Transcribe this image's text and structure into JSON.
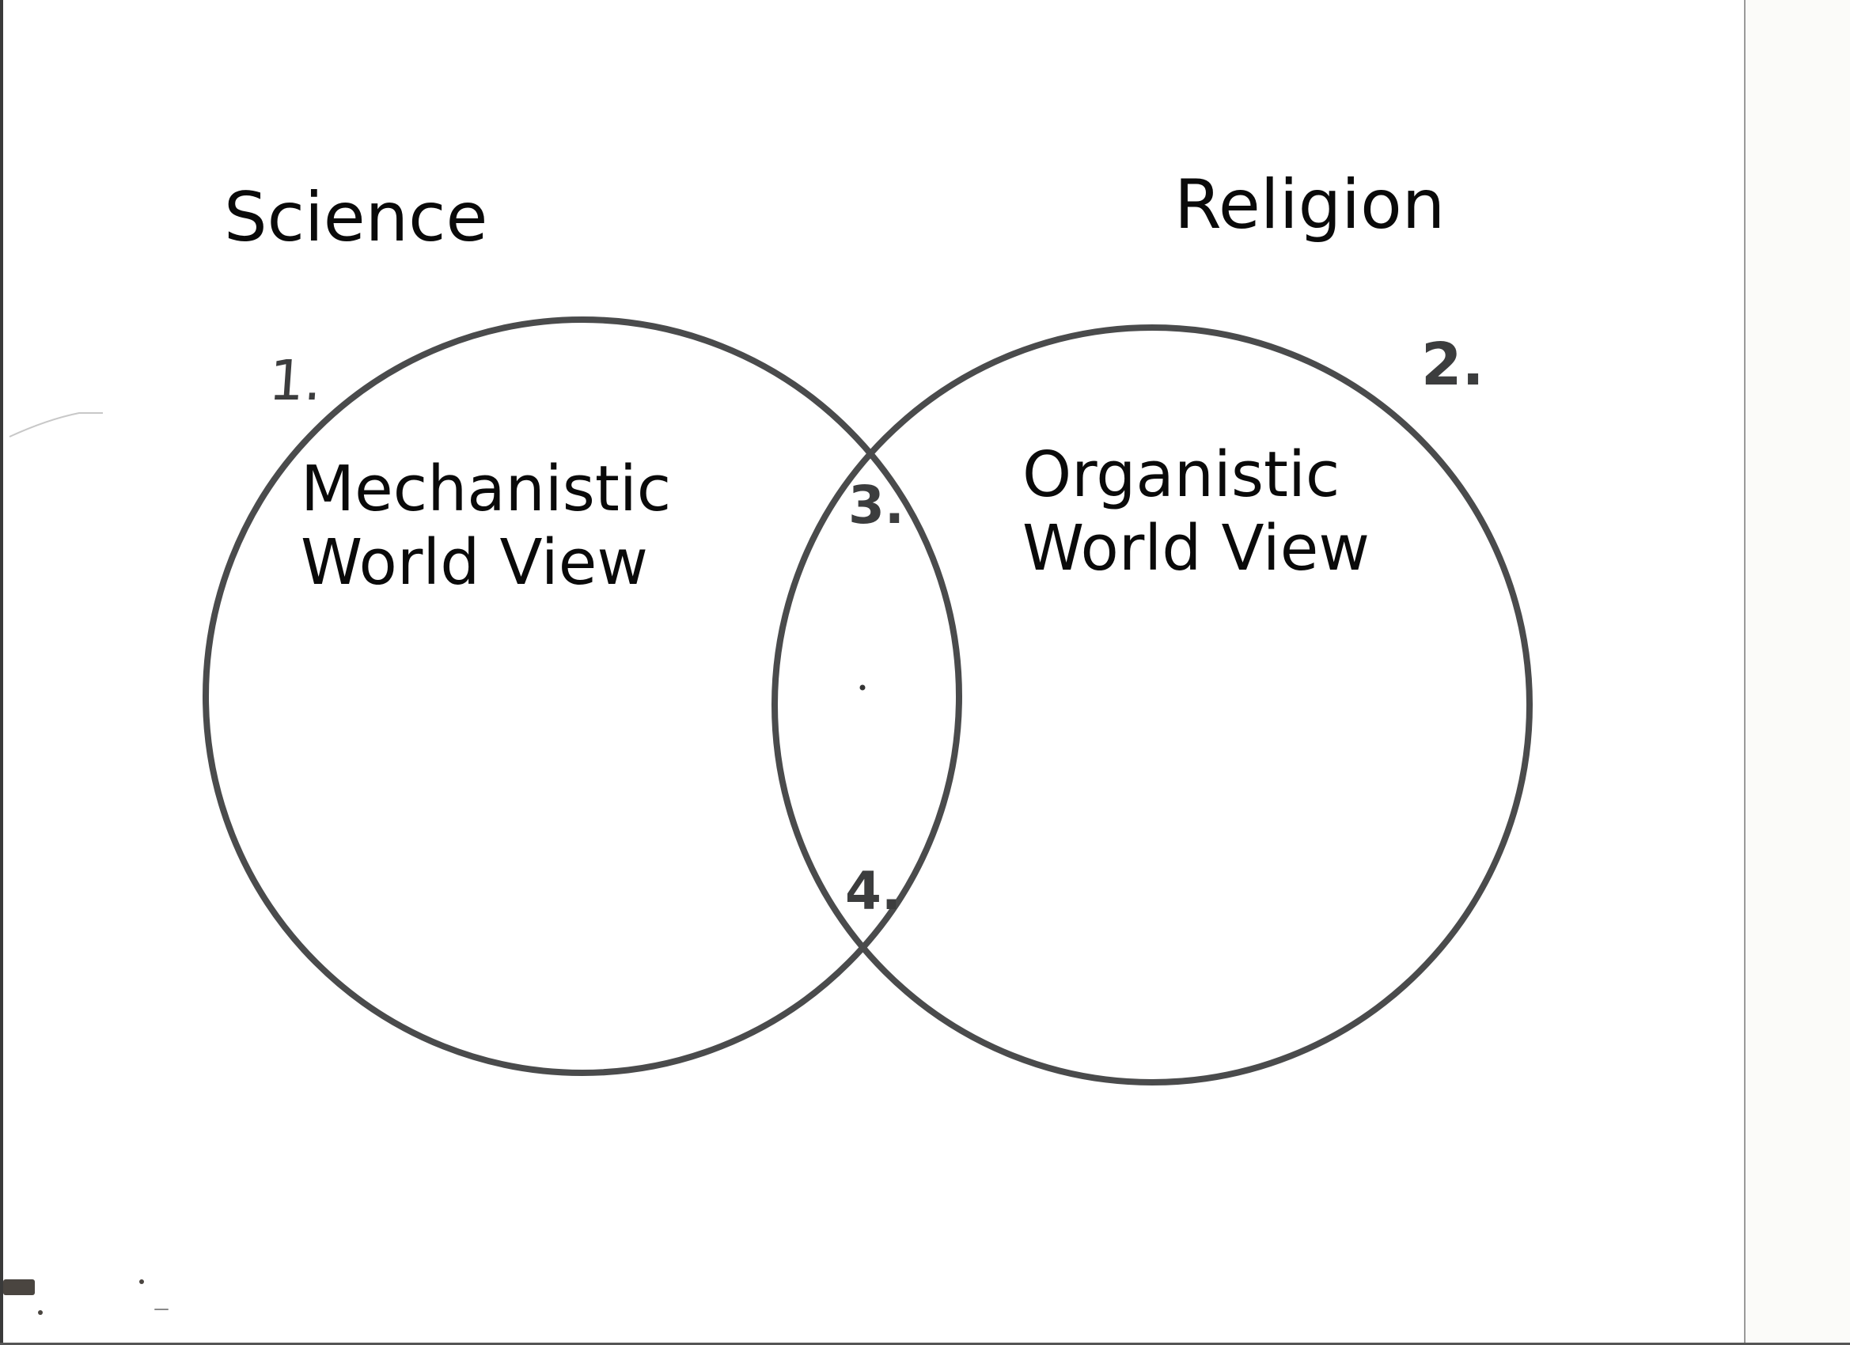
{
  "diagram": {
    "type": "venn",
    "sets": [
      {
        "id": "science",
        "title": "Science",
        "region_number": "1.",
        "description_lines": [
          "Mechanistic",
          "World View"
        ]
      },
      {
        "id": "religion",
        "title": "Religion",
        "region_number": "2.",
        "description_lines": [
          "Organistic",
          "World View"
        ]
      }
    ],
    "intersection_markers": [
      "3.",
      "4."
    ],
    "colors": {
      "outline": "#4a4b4c",
      "text": "#0a0a0a",
      "handwriting": "#3c3d3e",
      "background": "#ffffff"
    }
  }
}
